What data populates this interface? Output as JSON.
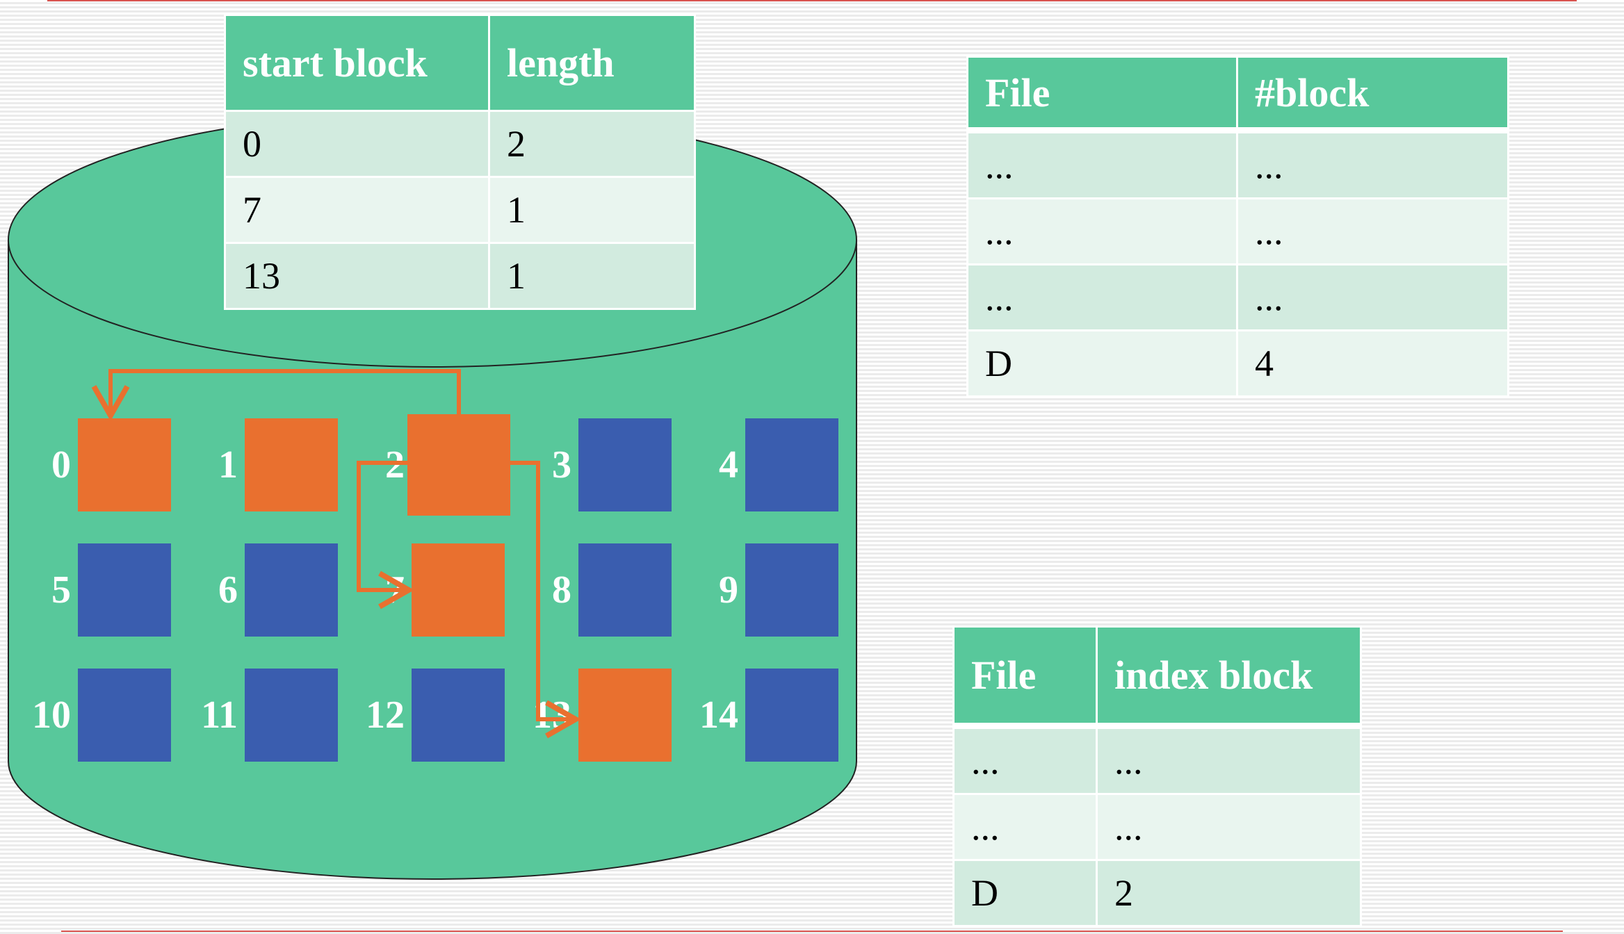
{
  "colors": {
    "disk_fill": "#58c89b",
    "allocated_block": "#e9702f",
    "free_block": "#3a5daf",
    "link_arrow": "#e9702f",
    "table_header": "#58c89b",
    "row_dark": "#d2ebdf",
    "row_light": "#e9f5ef"
  },
  "disk_blocks": [
    {
      "label": "0",
      "state": "allocated"
    },
    {
      "label": "1",
      "state": "allocated"
    },
    {
      "label": "2",
      "state": "allocated"
    },
    {
      "label": "3",
      "state": "free"
    },
    {
      "label": "4",
      "state": "free"
    },
    {
      "label": "5",
      "state": "free"
    },
    {
      "label": "6",
      "state": "free"
    },
    {
      "label": "7",
      "state": "allocated"
    },
    {
      "label": "8",
      "state": "free"
    },
    {
      "label": "9",
      "state": "free"
    },
    {
      "label": "10",
      "state": "free"
    },
    {
      "label": "11",
      "state": "free"
    },
    {
      "label": "12",
      "state": "free"
    },
    {
      "label": "13",
      "state": "allocated"
    },
    {
      "label": "14",
      "state": "free"
    }
  ],
  "index_links": [
    {
      "from": "2",
      "to": "0"
    },
    {
      "from": "2",
      "to": "7"
    },
    {
      "from": "2",
      "to": "13"
    }
  ],
  "extent_table": {
    "headers": [
      "start block",
      "length"
    ],
    "rows": [
      [
        "0",
        "2"
      ],
      [
        "7",
        "1"
      ],
      [
        "13",
        "1"
      ]
    ]
  },
  "file_block_table": {
    "headers": [
      "File",
      "#block"
    ],
    "rows": [
      [
        "...",
        "..."
      ],
      [
        "...",
        "..."
      ],
      [
        "...",
        "..."
      ],
      [
        "D",
        "4"
      ]
    ]
  },
  "index_table": {
    "headers": [
      "File",
      "index block"
    ],
    "rows": [
      [
        "...",
        "..."
      ],
      [
        "...",
        "..."
      ],
      [
        "D",
        "2"
      ]
    ]
  }
}
